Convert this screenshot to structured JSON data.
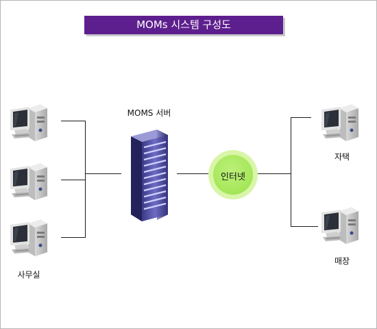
{
  "title": "MOMs 시스템 구성도",
  "server": {
    "label": "MOMS 서버",
    "icon": "server-rack-icon"
  },
  "internet": {
    "label": "인터넷",
    "color": "#a8e85d"
  },
  "left_group": {
    "label": "사무실",
    "icon": "desktop-computer-icon",
    "count": 3
  },
  "right_nodes": [
    {
      "label": "자택",
      "icon": "desktop-computer-icon"
    },
    {
      "label": "매장",
      "icon": "desktop-computer-icon"
    }
  ],
  "colors": {
    "banner": "#5d1f8e",
    "line": "#1a1a1a",
    "server": "#4b4a98"
  }
}
